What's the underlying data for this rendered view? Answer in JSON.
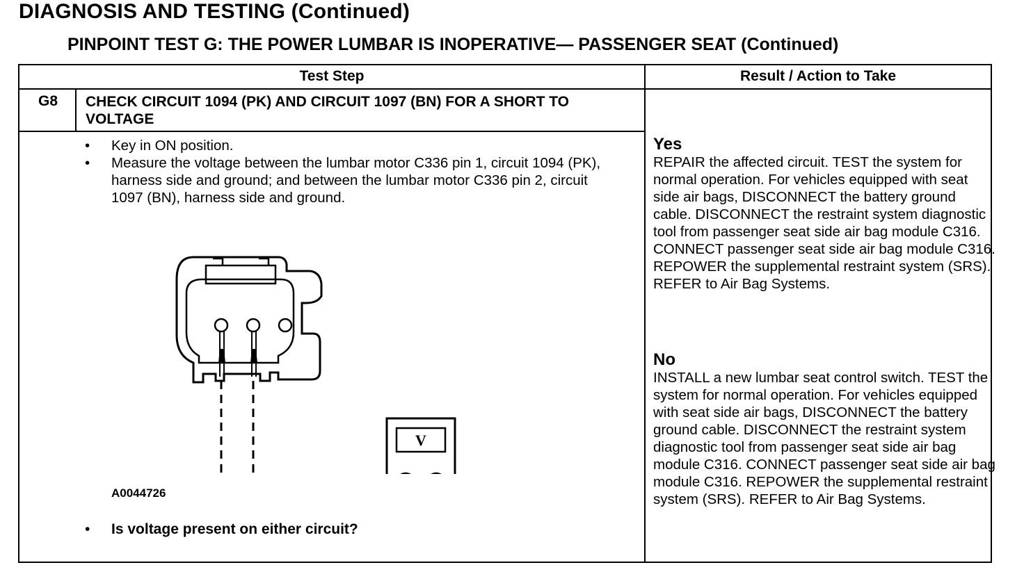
{
  "page_title": "DIAGNOSIS AND TESTING (Continued)",
  "test_title": "PINPOINT TEST  G: THE POWER LUMBAR IS INOPERATIVE— PASSENGER SEAT (Continued)",
  "table": {
    "headers": {
      "test_step": "Test Step",
      "result": "Result / Action to Take"
    },
    "step": {
      "id": "G8",
      "title": "CHECK CIRCUIT 1094 (PK) AND CIRCUIT 1097 (BN) FOR A SHORT TO VOLTAGE",
      "bullets": [
        "Key in ON position.",
        "Measure the voltage between the lumbar motor C336 pin 1, circuit 1094 (PK), harness side and ground; and between the lumbar motor C336 pin 2, circuit 1097 (BN), harness side and ground."
      ],
      "figure": {
        "id": "A0044726",
        "meter_symbol": "V",
        "plus": "+",
        "minus": "−"
      },
      "question": "Is voltage present on either circuit?"
    },
    "results": {
      "yes_label": "Yes",
      "yes_text": "REPAIR the affected circuit. TEST the system for normal operation. For vehicles equipped with seat side air bags, DISCONNECT the battery ground cable. DISCONNECT the restraint system diagnostic tool from passenger seat side air bag module C316.  CONNECT passenger seat side air bag module C316. REPOWER the supplemental restraint system (SRS). REFER to Air Bag Systems.",
      "no_label": "No",
      "no_text": "INSTALL a new lumbar seat control switch. TEST the system for normal operation. For vehicles equipped with seat side air bags, DISCONNECT the battery ground cable. DISCONNECT the restraint system diagnostic tool from passenger seat side air bag  module C316. CONNECT passenger seat side air bag module C316. REPOWER the supplemental restraint system (SRS). REFER to  Air Bag Systems."
    }
  }
}
